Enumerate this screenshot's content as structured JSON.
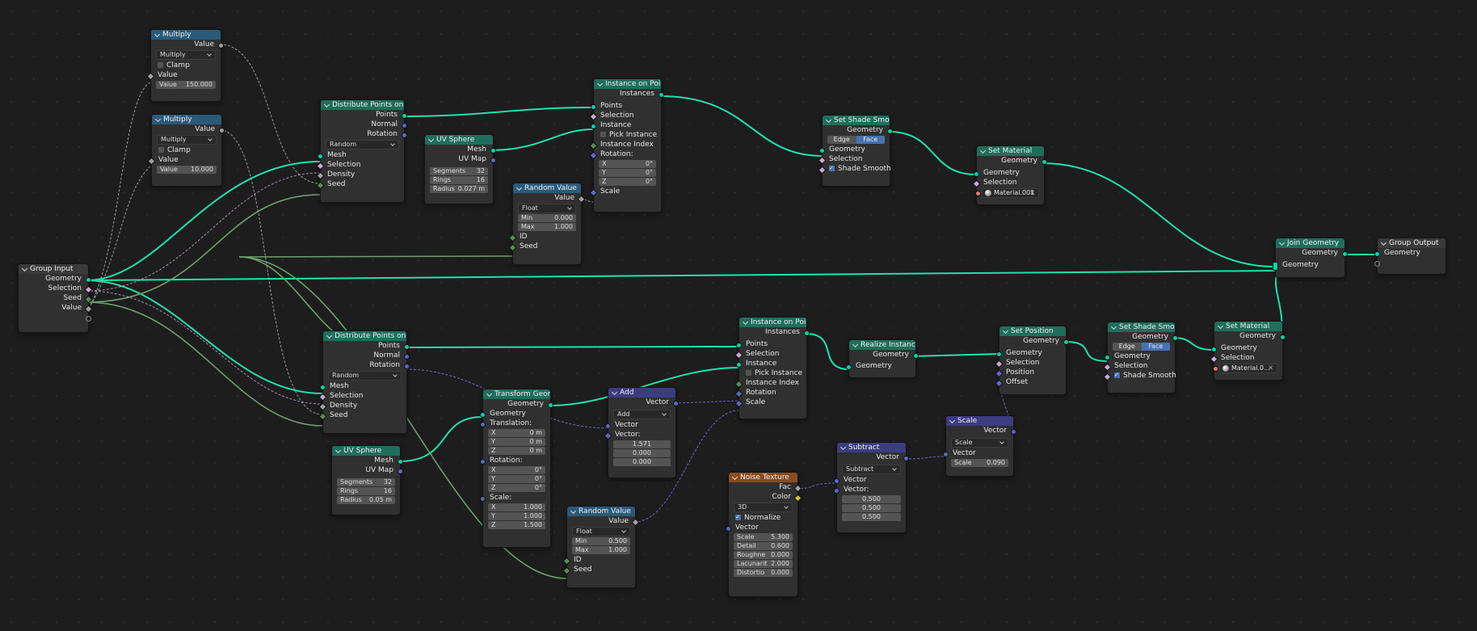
{
  "nodes": {
    "multiply1": {
      "title": "Multiply",
      "output": "Value",
      "operation": "Multiply",
      "clamp": "Clamp",
      "value_label": "Value",
      "value_field_label": "Value",
      "value_field": "150.000"
    },
    "multiply2": {
      "title": "Multiply",
      "output": "Value",
      "operation": "Multiply",
      "clamp": "Clamp",
      "value_label": "Value",
      "value_field_label": "Value",
      "value_field": "10.000"
    },
    "group_input": {
      "title": "Group Input",
      "outputs": [
        "Geometry",
        "Selection",
        "Seed",
        "Value"
      ]
    },
    "dist1": {
      "title": "Distribute Points on Faces",
      "outputs": [
        "Points",
        "Normal",
        "Rotation"
      ],
      "mode": "Random",
      "inputs": [
        "Mesh",
        "Selection",
        "Density",
        "Seed"
      ]
    },
    "uvsphere1": {
      "title": "UV Sphere",
      "outputs": [
        "Mesh",
        "UV Map"
      ],
      "fields": [
        {
          "label": "Segments",
          "value": "32"
        },
        {
          "label": "Rings",
          "value": "16"
        },
        {
          "label": "Radius",
          "value": "0.027 m"
        }
      ]
    },
    "random1": {
      "title": "Random Value",
      "output": "Value",
      "type": "Float",
      "fields": [
        {
          "label": "Min",
          "value": "0.000"
        },
        {
          "label": "Max",
          "value": "1.000"
        }
      ],
      "inputs": [
        "ID",
        "Seed"
      ]
    },
    "iop1": {
      "title": "Instance on Points",
      "output": "Instances",
      "inputs_top": [
        "Points",
        "Selection",
        "Instance"
      ],
      "pick": "Pick Instance",
      "inputs_mid": [
        "Instance Index",
        "Rotation:"
      ],
      "rot": [
        {
          "label": "X",
          "value": "0°"
        },
        {
          "label": "Y",
          "value": "0°"
        },
        {
          "label": "Z",
          "value": "0°"
        }
      ],
      "scale": "Scale"
    },
    "smooth1": {
      "title": "Set Shade Smooth",
      "output": "Geometry",
      "seg": [
        "Edge",
        "Face"
      ],
      "inputs": [
        "Geometry",
        "Selection"
      ],
      "shade": "Shade Smooth"
    },
    "setmat1": {
      "title": "Set Material",
      "output": "Geometry",
      "inputs": [
        "Geometry",
        "Selection"
      ],
      "material": "Material.001"
    },
    "join": {
      "title": "Join Geometry",
      "output": "Geometry",
      "input": "Geometry"
    },
    "group_output": {
      "title": "Group Output",
      "input": "Geometry"
    },
    "dist2": {
      "title": "Distribute Points on Faces",
      "outputs": [
        "Points",
        "Normal",
        "Rotation"
      ],
      "mode": "Random",
      "inputs": [
        "Mesh",
        "Selection",
        "Density",
        "Seed"
      ]
    },
    "uvsphere2": {
      "title": "UV Sphere",
      "outputs": [
        "Mesh",
        "UV Map"
      ],
      "fields": [
        {
          "label": "Segments",
          "value": "32"
        },
        {
          "label": "Rings",
          "value": "16"
        },
        {
          "label": "Radius",
          "value": "0.05 m"
        }
      ]
    },
    "transform": {
      "title": "Transform Geometry",
      "output": "Geometry",
      "input": "Geometry",
      "translation": "Translation:",
      "trans": [
        {
          "label": "X",
          "value": "0 m"
        },
        {
          "label": "Y",
          "value": "0 m"
        },
        {
          "label": "Z",
          "value": "0 m"
        }
      ],
      "rotation": "Rotation:",
      "rot": [
        {
          "label": "X",
          "value": "0°"
        },
        {
          "label": "Y",
          "value": "0°"
        },
        {
          "label": "Z",
          "value": "0°"
        }
      ],
      "scale": "Scale:",
      "scl": [
        {
          "label": "X",
          "value": "1.000"
        },
        {
          "label": "Y",
          "value": "1.000"
        },
        {
          "label": "Z",
          "value": "1.500"
        }
      ]
    },
    "random2": {
      "title": "Random Value",
      "output": "Value",
      "type": "Float",
      "fields": [
        {
          "label": "Min",
          "value": "0.500"
        },
        {
          "label": "Max",
          "value": "1.000"
        }
      ],
      "inputs": [
        "ID",
        "Seed"
      ]
    },
    "add": {
      "title": "Add",
      "output": "Vector",
      "operation": "Add",
      "inputs": [
        "Vector",
        "Vector:"
      ],
      "vals": [
        "1.571",
        "0.000",
        "0.000"
      ]
    },
    "iop2": {
      "title": "Instance on Points",
      "output": "Instances",
      "inputs_top": [
        "Points",
        "Selection",
        "Instance"
      ],
      "pick": "Pick Instance",
      "inputs_mid": [
        "Instance Index",
        "Rotation",
        "Scale"
      ]
    },
    "realize": {
      "title": "Realize Instances",
      "output": "Geometry",
      "input": "Geometry"
    },
    "noise": {
      "title": "Noise Texture",
      "outputs": [
        "Fac",
        "Color"
      ],
      "dim": "3D",
      "normalize": "Normalize",
      "vector": "Vector",
      "fields": [
        {
          "label": "Scale",
          "value": "5.300"
        },
        {
          "label": "Detail",
          "value": "0.600"
        },
        {
          "label": "Roughne",
          "value": "0.000"
        },
        {
          "label": "Lacunarit",
          "value": "2.000"
        },
        {
          "label": "Distortio",
          "value": "0.000"
        }
      ]
    },
    "subtract": {
      "title": "Subtract",
      "output": "Vector",
      "operation": "Subtract",
      "inputs": [
        "Vector",
        "Vector:"
      ],
      "vals": [
        "0.500",
        "0.500",
        "0.500"
      ]
    },
    "scale": {
      "title": "Scale",
      "output": "Vector",
      "operation": "Scale",
      "input": "Vector",
      "field_label": "Scale",
      "field": "0.090"
    },
    "setpos": {
      "title": "Set Position",
      "output": "Geometry",
      "inputs": [
        "Geometry",
        "Selection",
        "Position",
        "Offset"
      ]
    },
    "smooth2": {
      "title": "Set Shade Smooth",
      "output": "Geometry",
      "seg": [
        "Edge",
        "Face"
      ],
      "inputs": [
        "Geometry",
        "Selection"
      ],
      "shade": "Shade Smooth"
    },
    "setmat2": {
      "title": "Set Material",
      "output": "Geometry",
      "inputs": [
        "Geometry",
        "Selection"
      ],
      "material": "Material.0..."
    }
  },
  "colors": {
    "geometry_link": "#1ee3ac",
    "float_link": "#9a9a9a",
    "int_link": "#6ca06f",
    "vector_link": "#6a6ad0",
    "bool_link": "#d0a8da"
  }
}
